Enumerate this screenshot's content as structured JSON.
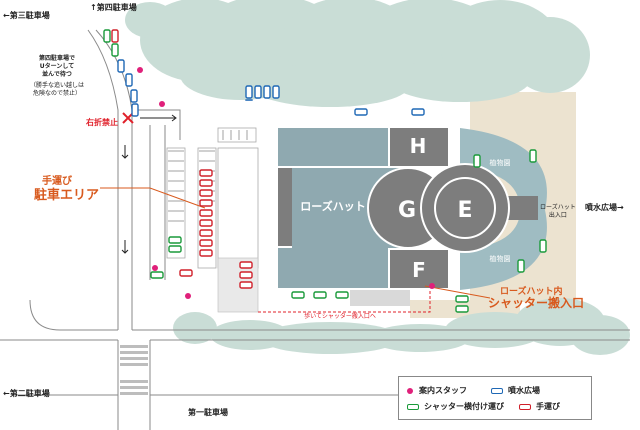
{
  "labels": {
    "parking3": "←第三駐車場",
    "parking4_top": "↑第四駐車場",
    "parking4_note": "第四駐車場で\nUターンして\n並んで待つ",
    "parking4_note_sub": "（勝手な追い越しは\n危険なので禁止）",
    "no_right_turn": "右折禁止",
    "handcarry_line1": "手運び",
    "handcarry_line2": "駐車エリア",
    "rose_hut": "ローズハット",
    "shutter_in_label_line1": "ローズハット内",
    "shutter_in_label_line2": "シャッター搬入口",
    "rose_hut_exit": "ローズハット\n出入口",
    "fountain_plaza": "噴水広場→",
    "parking2": "←第二駐車場",
    "parking1": "第一駐車場",
    "walk_to_shutter": "歩いてシャッター搬入口へ",
    "greenhouse_top": "植物園",
    "greenhouse_bottom": "植物園"
  },
  "halls": {
    "h": "H",
    "g": "G",
    "e": "E",
    "f": "F"
  },
  "legend": {
    "staff": "案内スタッフ",
    "fountain": "噴水広場",
    "shutter": "シャッター横付け運び",
    "handcarry": "手運び"
  },
  "colors": {
    "tree": "#c9ddd6",
    "hall": "#7d7d7d",
    "building": "#8fa9b0",
    "greenhouse": "#9fbcc2",
    "sand": "#ece3d0",
    "road_line": "#8a8a8a",
    "orange": "#d85a1e",
    "red": "#e0202a",
    "staff_dot": "#e0207a",
    "car_blue": "#1f68b5",
    "car_green": "#1a9a3a",
    "car_red": "#d0202a"
  }
}
